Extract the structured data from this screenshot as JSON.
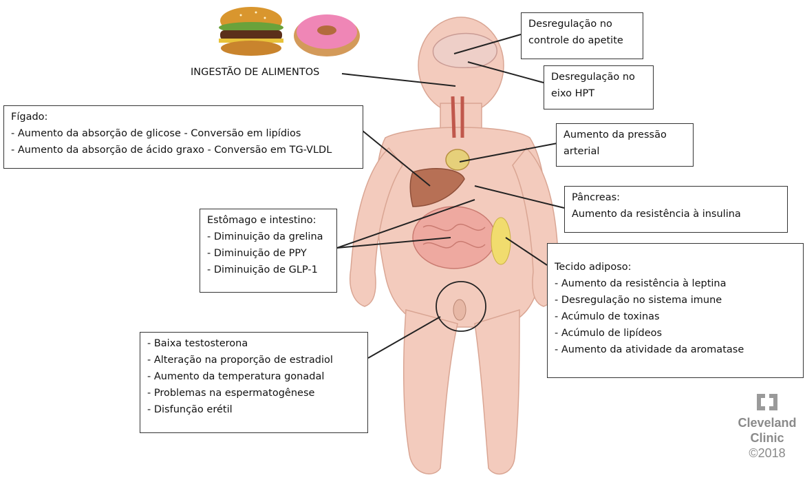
{
  "food_label": "INGESTÃO DE ALIMENTOS",
  "appetite": {
    "lines": [
      "Desregulação no",
      "controle do apetite"
    ]
  },
  "hpt": {
    "lines": [
      "Desregulação no",
      "eixo HPT"
    ]
  },
  "liver": {
    "lines": [
      "Fígado:",
      "- Aumento da absorção de glicose - Conversão em lipídios",
      "- Aumento da absorção de ácido graxo - Conversão em TG-VLDL"
    ]
  },
  "pressure": {
    "lines": [
      "Aumento da pressão",
      "arterial"
    ]
  },
  "pancreas": {
    "lines": [
      "Pâncreas:",
      "Aumento da resistência à insulina"
    ]
  },
  "gut": {
    "lines": [
      "Estômago e intestino:",
      "- Diminuição da grelina",
      "- Diminuição de PPY",
      "- Diminuição de GLP-1"
    ]
  },
  "adipose": {
    "lines": [
      "Tecido adiposo:",
      "- Aumento da resistência à leptina",
      "- Desregulação no sistema imune",
      "- Acúmulo de toxinas",
      "- Acúmulo de lipídeos",
      "- Aumento da atividade da aromatase"
    ]
  },
  "gonads": {
    "lines": [
      "- Baixa testosterona",
      "- Alteração na proporção de estradiol",
      "- Aumento da temperatura gonadal",
      "- Problemas na espermatogênese",
      "- Disfunção erétil"
    ]
  },
  "logo": {
    "name1": "Cleveland",
    "name2": "Clinic",
    "copyright": "©2018"
  }
}
